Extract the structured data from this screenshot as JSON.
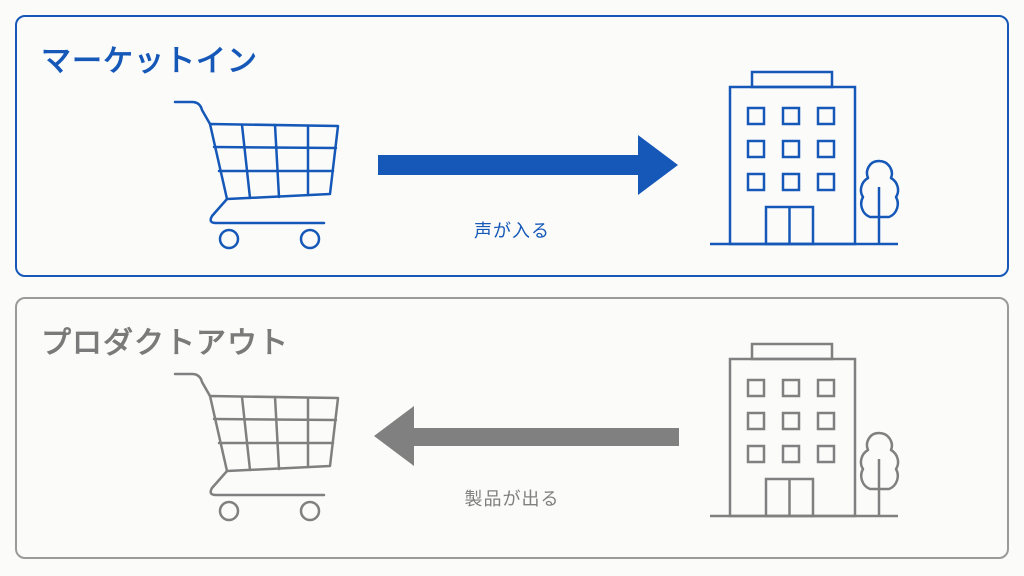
{
  "market_in": {
    "title": "マーケットイン",
    "flow_label": "声が入る",
    "color": "#1558b8",
    "arrow_direction": "right",
    "icons": [
      "shopping-cart-icon",
      "office-building-icon",
      "tree-icon"
    ]
  },
  "product_out": {
    "title": "プロダクトアウト",
    "flow_label": "製品が出る",
    "color": "#808080",
    "arrow_direction": "left",
    "icons": [
      "shopping-cart-icon",
      "office-building-icon",
      "tree-icon"
    ]
  }
}
